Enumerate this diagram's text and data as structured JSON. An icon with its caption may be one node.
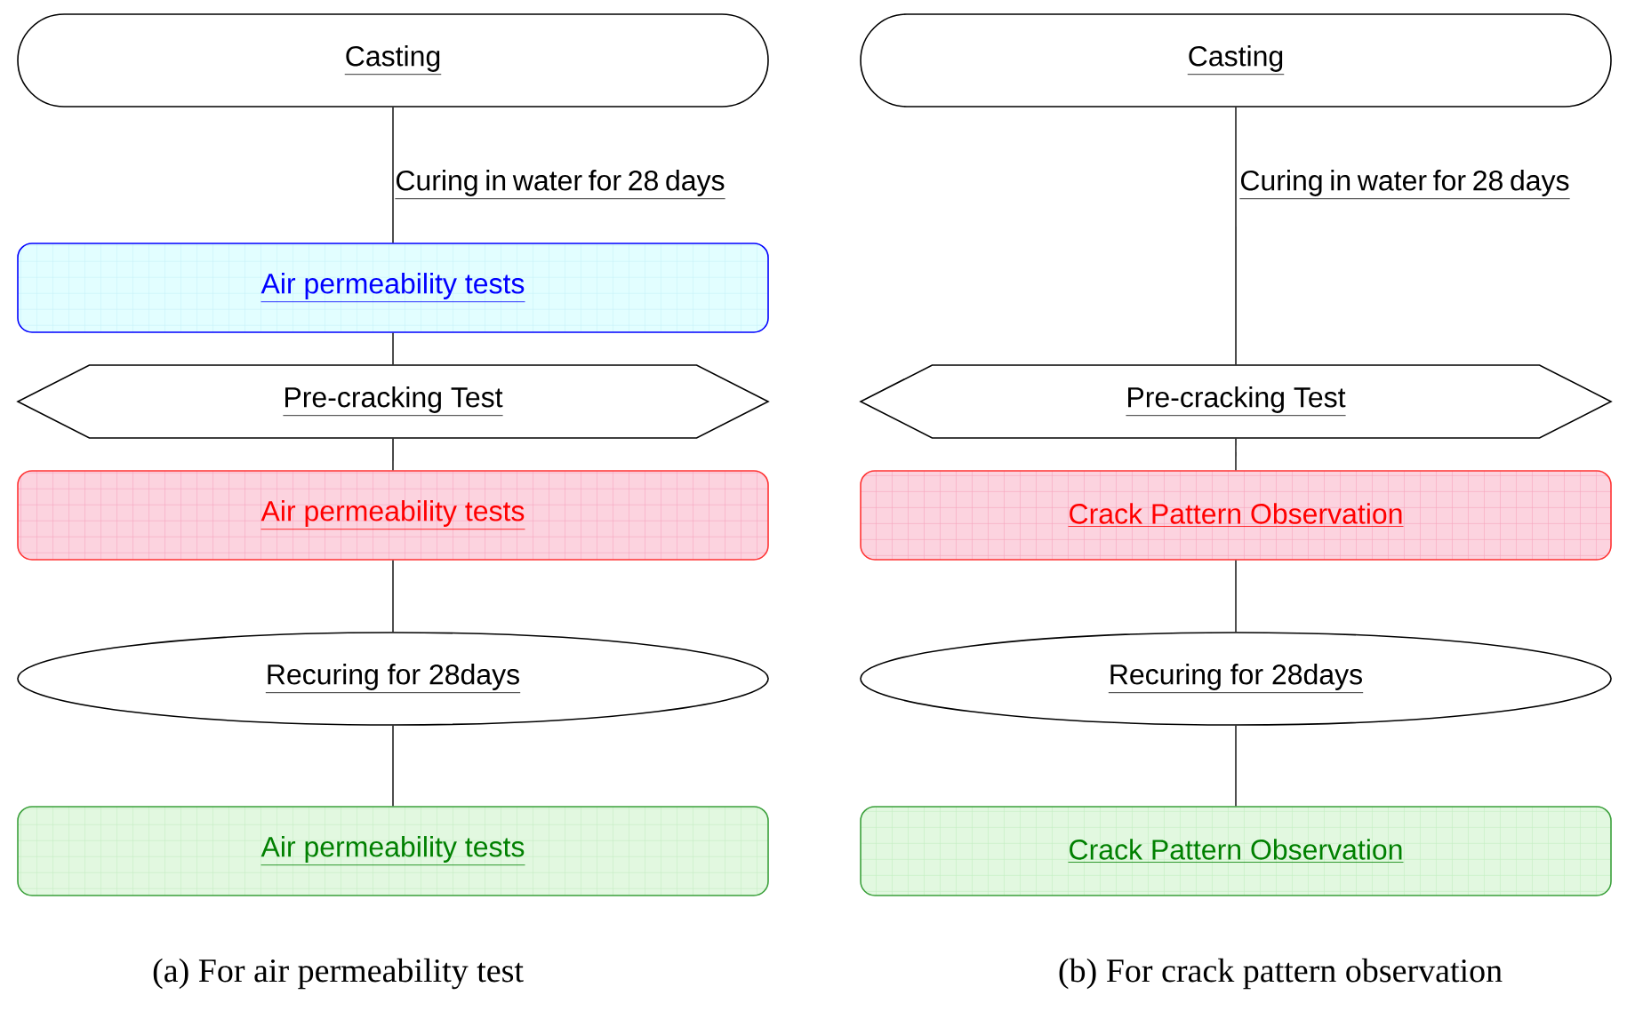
{
  "diagram": {
    "nodes": [
      {
        "text": [
          "Casting"
        ]
      },
      {
        "text": [
          "Air permeability tests"
        ]
      },
      {
        "text": [
          "Pre-cracking Test"
        ]
      },
      {
        "text": [
          "Air permeability tests"
        ]
      },
      {
        "text": [
          "Recuring for 28days"
        ]
      },
      {
        "text": [
          "Air permeability tests"
        ]
      },
      {
        "text": [
          "Casting"
        ]
      },
      {
        "text": [
          "Pre-cracking Test"
        ]
      },
      {
        "text": [
          "Crack Pattern Observation"
        ]
      },
      {
        "text": [
          "Recuring for 28days"
        ]
      },
      {
        "text": [
          "Crack Pattern Observation"
        ]
      }
    ],
    "edges": [
      {
        "from": 0,
        "to": 1,
        "arrow": "none"
      },
      {
        "from": 1,
        "to": 2,
        "arrow": "none"
      },
      {
        "from": 2,
        "to": 3,
        "arrow": "none"
      },
      {
        "from": 3,
        "to": 4,
        "arrow": "none"
      },
      {
        "from": 4,
        "to": 5,
        "arrow": "none"
      },
      {
        "from": 6,
        "to": 7,
        "arrow": "none"
      },
      {
        "from": 7,
        "to": 8,
        "arrow": "none"
      },
      {
        "from": 8,
        "to": 9,
        "arrow": "none"
      },
      {
        "from": 9,
        "to": 10,
        "arrow": "none"
      }
    ],
    "labels": [
      "Curing in water for 28 days",
      "Curing in water for 28 days",
      "(a) For air permeability test",
      "(b) For crack pattern observation"
    ]
  }
}
